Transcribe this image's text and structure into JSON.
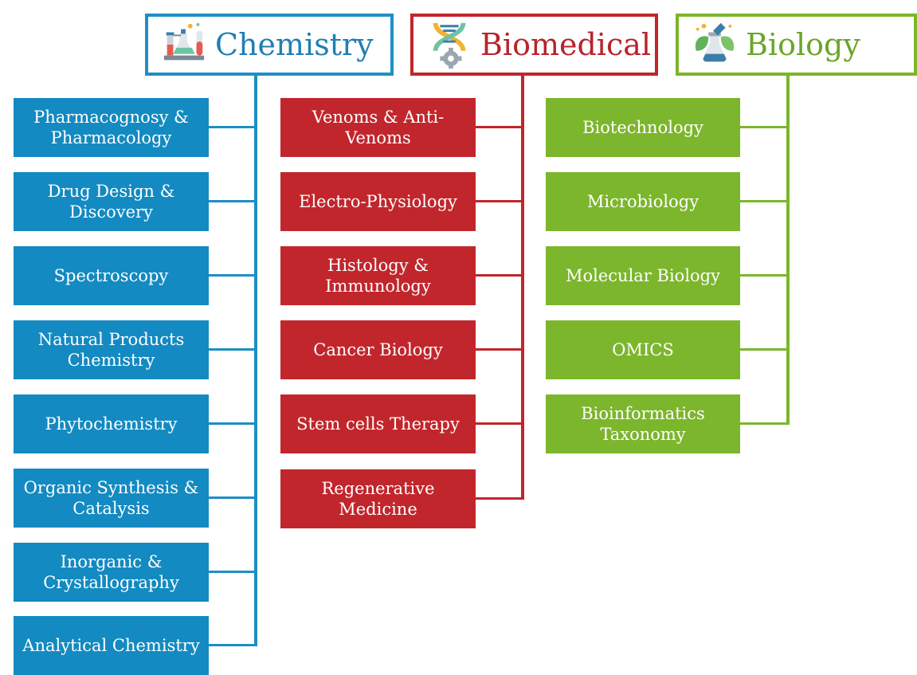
{
  "columns": {
    "chemistry": {
      "title": "Chemistry",
      "icon": "chemistry-lab-glassware-icon",
      "color": "#138ac1",
      "items": [
        "Pharmacognosy & Pharmacology",
        "Drug Design & Discovery",
        "Spectroscopy",
        "Natural Products Chemistry",
        "Phytochemistry",
        "Organic Synthesis & Catalysis",
        "Inorganic & Crystallography",
        "Analytical Chemistry"
      ]
    },
    "biomedical": {
      "title": "Biomedical",
      "icon": "dna-gear-icon",
      "color": "#c1262c",
      "items": [
        "Venoms & Anti-Venoms",
        "Electro-Physiology",
        "Histology & Immunology",
        "Cancer Biology",
        "Stem cells Therapy",
        "Regenerative Medicine"
      ]
    },
    "biology": {
      "title": "Biology",
      "icon": "leaf-flask-icon",
      "color": "#7cb62c",
      "items": [
        "Biotechnology",
        "Microbiology",
        "Molecular Biology",
        "OMICS",
        "Bioinformatics Taxonomy"
      ]
    }
  }
}
